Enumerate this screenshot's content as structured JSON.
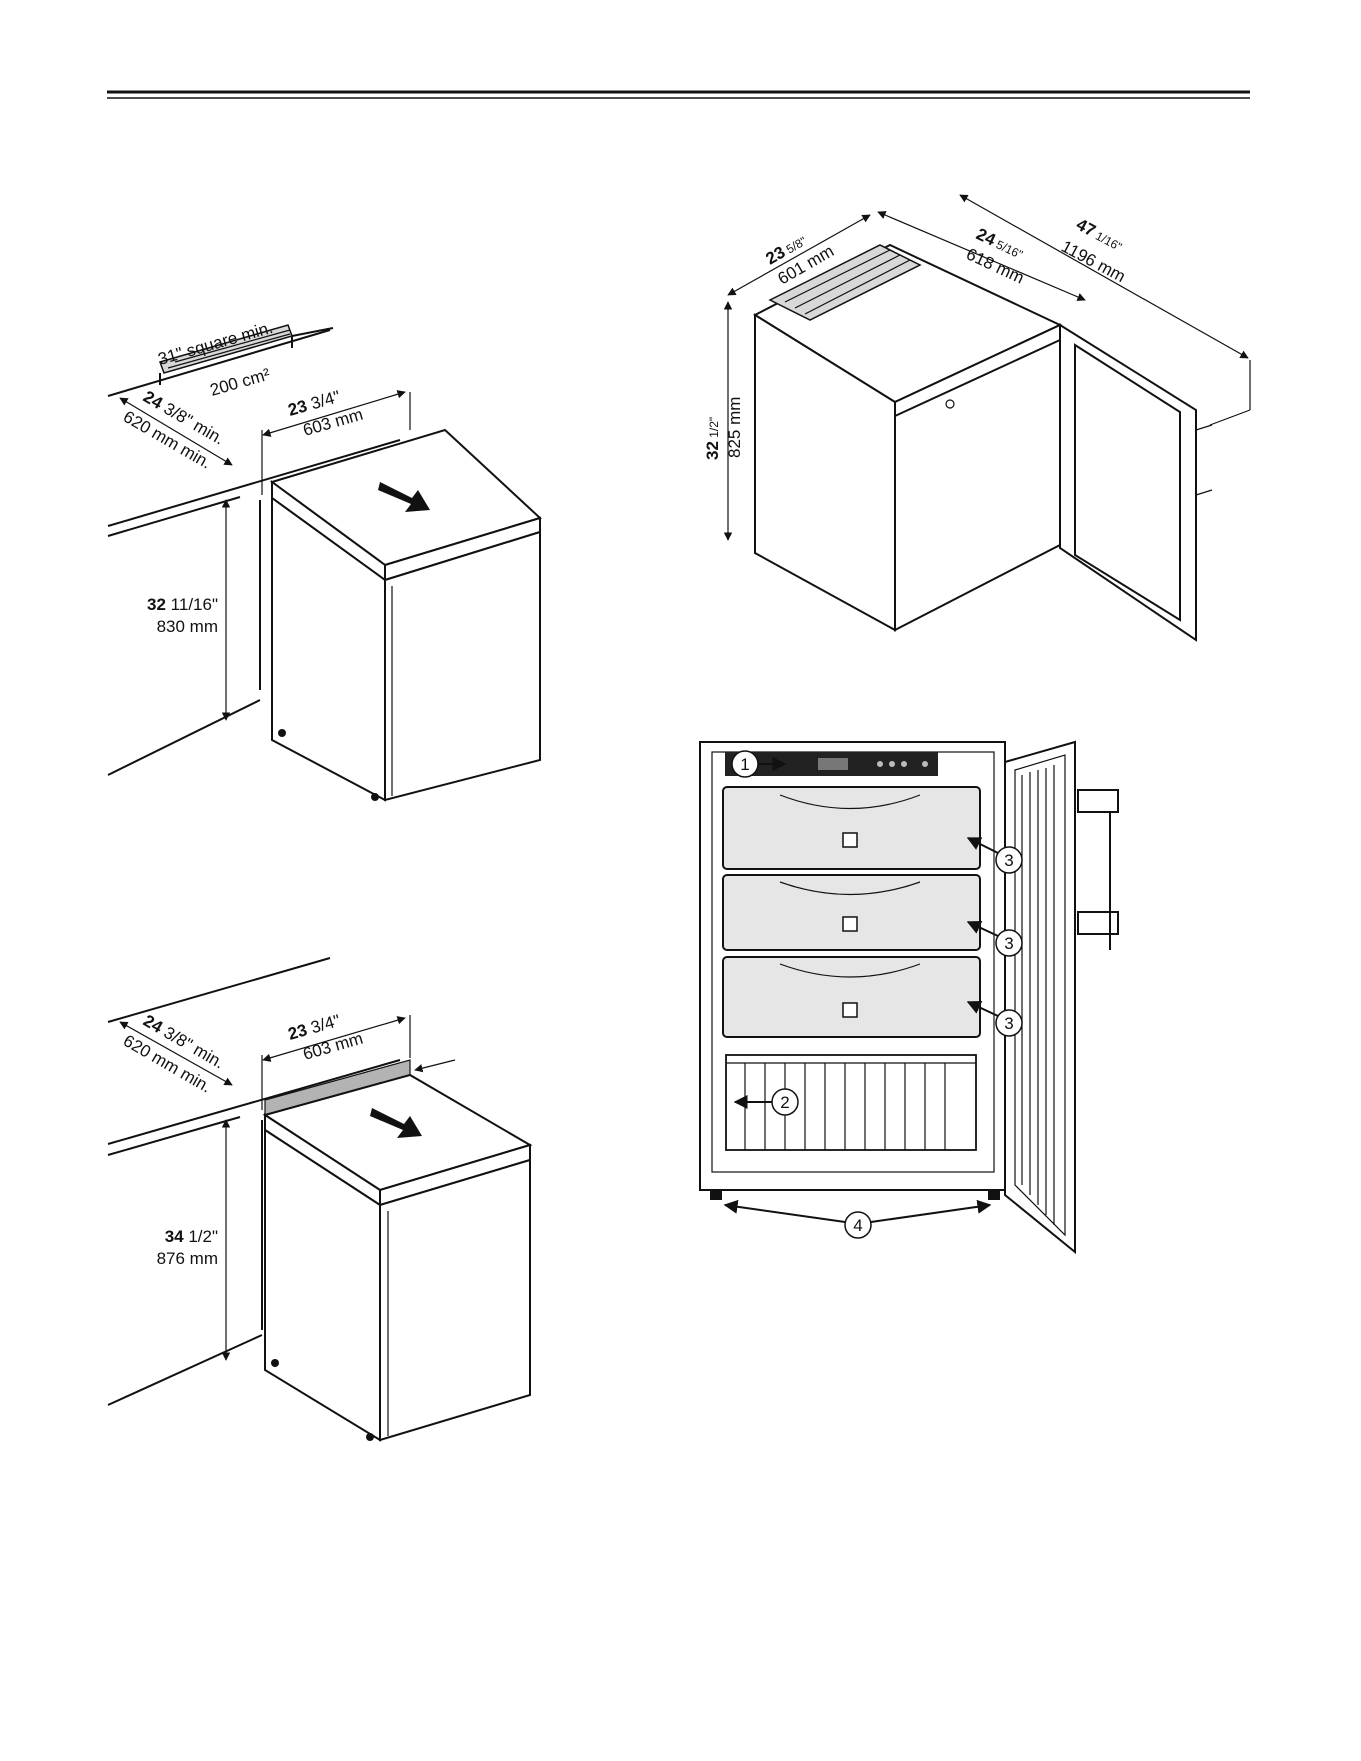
{
  "fig_a": {
    "vent_size": "31\" square min.",
    "vent_area": "200 cm²",
    "depth_in_b": "24",
    "depth_in": " 3/8\" min.",
    "depth_mm": "620 mm min.",
    "width_in_b": "23",
    "width_in": " 3/4\"",
    "width_mm": "603 mm",
    "height_in_b": "32",
    "height_in": " 11/16\"",
    "height_mm": "830 mm"
  },
  "fig_b": {
    "width_in_b": "23",
    "width_in": " 5/8\"",
    "width_mm": "601 mm",
    "depth_in_b": "24",
    "depth_in": " 5/16\"",
    "depth_mm": "618 mm",
    "open_in_b": "47",
    "open_in": " 1/16\"",
    "open_mm": "1196 mm",
    "height_in_b": "32",
    "height_in": " 1/2\"",
    "height_mm": "825 mm"
  },
  "fig_c": {
    "depth_in_b": "24",
    "depth_in": " 3/8\" min.",
    "depth_mm": "620 mm min.",
    "width_in_b": "23",
    "width_in": " 3/4\"",
    "width_mm": "603 mm",
    "height_in_b": "34",
    "height_in": " 1/2\"",
    "height_mm": "876 mm"
  },
  "fig_d": {
    "callouts": [
      "1",
      "2",
      "3",
      "3",
      "3",
      "4"
    ]
  }
}
